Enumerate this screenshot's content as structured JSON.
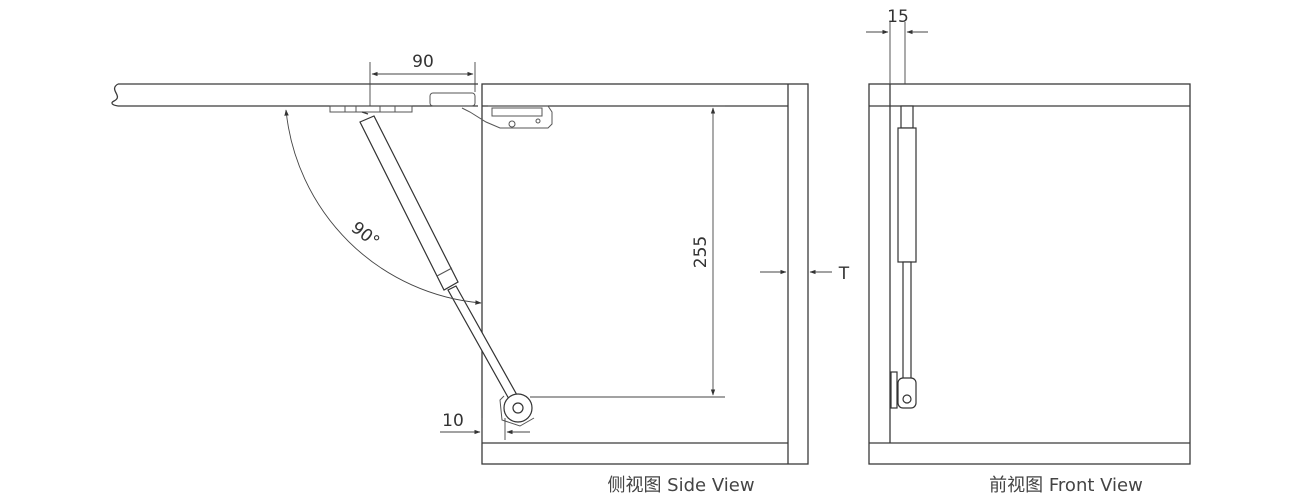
{
  "views": {
    "side": {
      "caption": "侧视图  Side View"
    },
    "front": {
      "caption": "前视图  Front View"
    }
  },
  "dimensions": {
    "hinge_offset": "90",
    "strut_height": "255",
    "bottom_offset": "10",
    "panel_thickness": "T",
    "opening_angle": "90°",
    "front_width": "15"
  }
}
